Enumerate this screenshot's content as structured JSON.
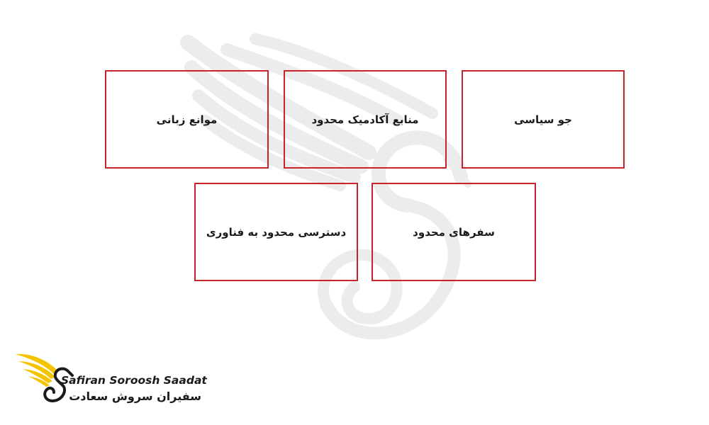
{
  "diagram": {
    "boxes": [
      {
        "label": "جو سیاسی"
      },
      {
        "label": "منابع آکادمیک محدود"
      },
      {
        "label": "موانع زبانی"
      },
      {
        "label": "سفرهای محدود"
      },
      {
        "label": "دسترسی محدود به فناوری"
      }
    ],
    "border_color": "#c8222b"
  },
  "logo": {
    "english_name": "Safiran Soroosh Saadat",
    "persian_name": "سفیران سروش سعادت",
    "accent_color": "#f5c400",
    "icon": "swan-wings-icon"
  }
}
